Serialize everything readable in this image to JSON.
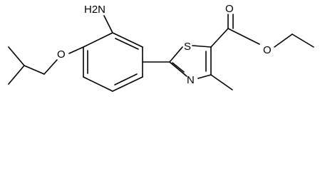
{
  "diagram": {
    "atoms": {
      "amine": "H2N",
      "ether_oxygen": "O",
      "ring_sulfur": "S",
      "ring_nitrogen": "N",
      "carbonyl_oxygen": "O",
      "ester_oxygen": "O"
    },
    "colors": {
      "bond": "#000000",
      "background": "#ffffff"
    }
  }
}
